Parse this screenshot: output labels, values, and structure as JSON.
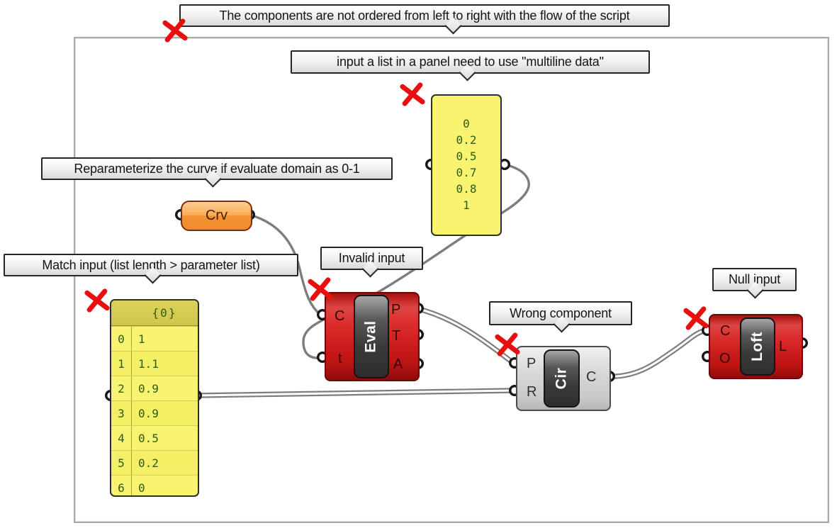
{
  "canvas": {
    "name": "grasshopper-definition-canvas"
  },
  "callouts": [
    {
      "text": "The components are not ordered from left to right with the flow of the script"
    },
    {
      "text": "input a list in a panel need to use \"multiline data\""
    },
    {
      "text": "Reparameterize the curve if evaluate domain as 0-1"
    },
    {
      "text": "Match input (list length > parameter list)"
    },
    {
      "text": "Invalid input"
    },
    {
      "text": "Wrong component"
    },
    {
      "text": "Null input"
    }
  ],
  "components": {
    "crv": {
      "label": "Crv"
    },
    "eval": {
      "label": "Eval",
      "inputs": [
        "C",
        "t"
      ],
      "outputs": [
        "P",
        "T",
        "A"
      ]
    },
    "cir": {
      "label": "Cir",
      "inputs": [
        "P",
        "R"
      ],
      "outputs": [
        "C"
      ]
    },
    "loft": {
      "label": "Loft",
      "inputs": [
        "C",
        "O"
      ],
      "outputs": [
        "L"
      ]
    }
  },
  "panels": {
    "parameter_panel": {
      "values": [
        "0",
        "0.2",
        "0.5",
        "0.7",
        "0.8",
        "1"
      ]
    },
    "list_panel": {
      "header": "{0}",
      "rows": [
        [
          "0",
          "1"
        ],
        [
          "1",
          "1.1"
        ],
        [
          "2",
          "0.9"
        ],
        [
          "3",
          "0.9"
        ],
        [
          "4",
          "0.5"
        ],
        [
          "5",
          "0.2"
        ],
        [
          "6",
          "0"
        ]
      ]
    }
  },
  "colors": {
    "error_red": "#cd1d1d",
    "mark_red": "#ea0f0f",
    "panel_yellow": "#f8f46f",
    "param_orange": "#f39233",
    "wire_gray": "#7d7d7d"
  }
}
